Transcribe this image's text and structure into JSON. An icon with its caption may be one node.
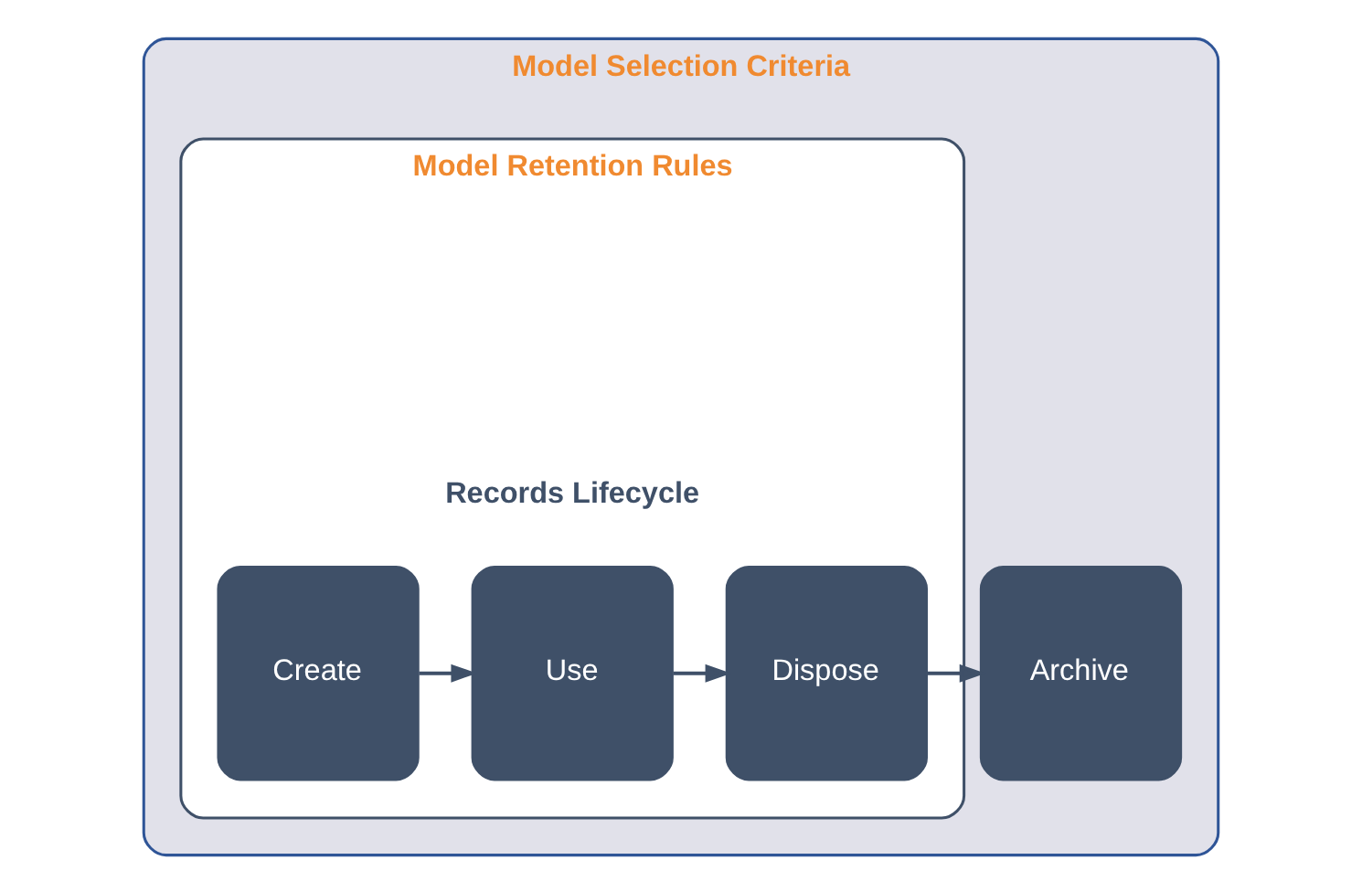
{
  "diagram": {
    "nodes": [
      {
        "text": [
          "Model Selection Criteria"
        ]
      },
      {
        "text": [
          "Model Retention Rules",
          "Records Lifecycle"
        ],
        "in": 0
      },
      {
        "text": [
          "Create"
        ],
        "in": 1
      },
      {
        "text": [
          "Use"
        ],
        "in": 1
      },
      {
        "text": [
          "Dispose"
        ],
        "in": 1
      },
      {
        "text": [
          "Archive"
        ],
        "in": 0
      }
    ],
    "edges": [
      {
        "from": 2,
        "to": 3,
        "arrow": "to"
      },
      {
        "from": 3,
        "to": 4,
        "arrow": "to"
      },
      {
        "from": 4,
        "to": 5,
        "arrow": "to"
      }
    ]
  }
}
